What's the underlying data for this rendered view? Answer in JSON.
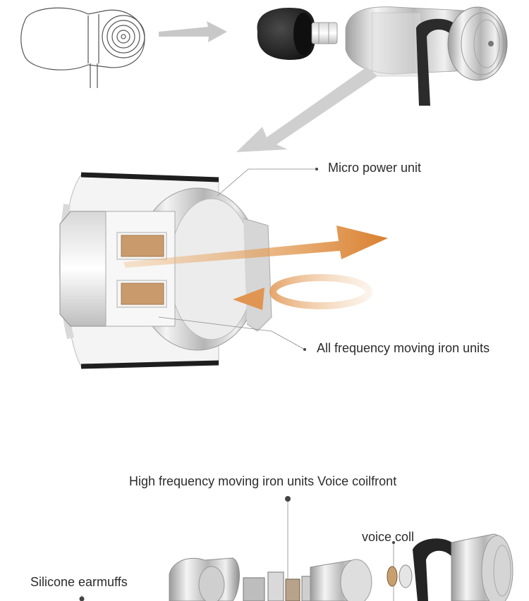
{
  "labels": {
    "micro_power_unit": "Micro power unit",
    "all_frequency": "All frequency moving iron units",
    "high_frequency": "High frequency moving iron units Voice coilfront",
    "voice_coil": "voice coll",
    "silicone_earmuffs": "Silicone earmuffs"
  },
  "colors": {
    "arrow_gray": "#c9c9c9",
    "arrow_orange": "#d88a3c",
    "copper_pad": "#c79a6a",
    "metal_light": "#e9e9e9",
    "metal_dark": "#3a3a3a",
    "black_tip": "#1f1f1f"
  }
}
